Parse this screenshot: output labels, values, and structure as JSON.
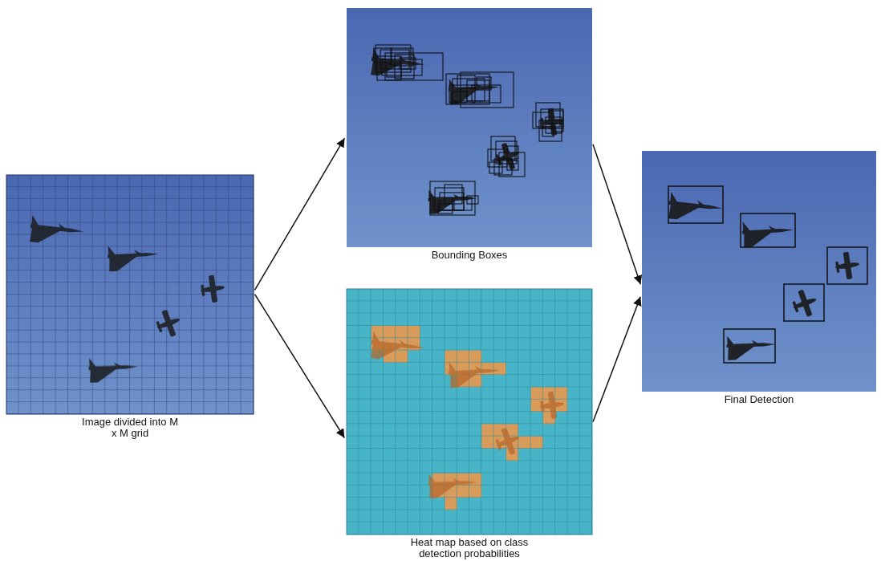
{
  "diagram": {
    "nodes": [
      {
        "text": [
          "Image divided into M x M grid"
        ]
      },
      {
        "text": [
          "Bounding Boxes"
        ]
      },
      {
        "text": [
          "Heat map based on class detection probabilities"
        ]
      },
      {
        "text": [
          "Final Detection"
        ]
      }
    ],
    "edges": [
      {
        "from": 0,
        "to": 1,
        "arrow": "to"
      },
      {
        "from": 0,
        "to": 2,
        "arrow": "to"
      },
      {
        "from": 1,
        "to": 3,
        "arrow": "to"
      },
      {
        "from": 2,
        "to": 3,
        "arrow": "to"
      }
    ]
  }
}
